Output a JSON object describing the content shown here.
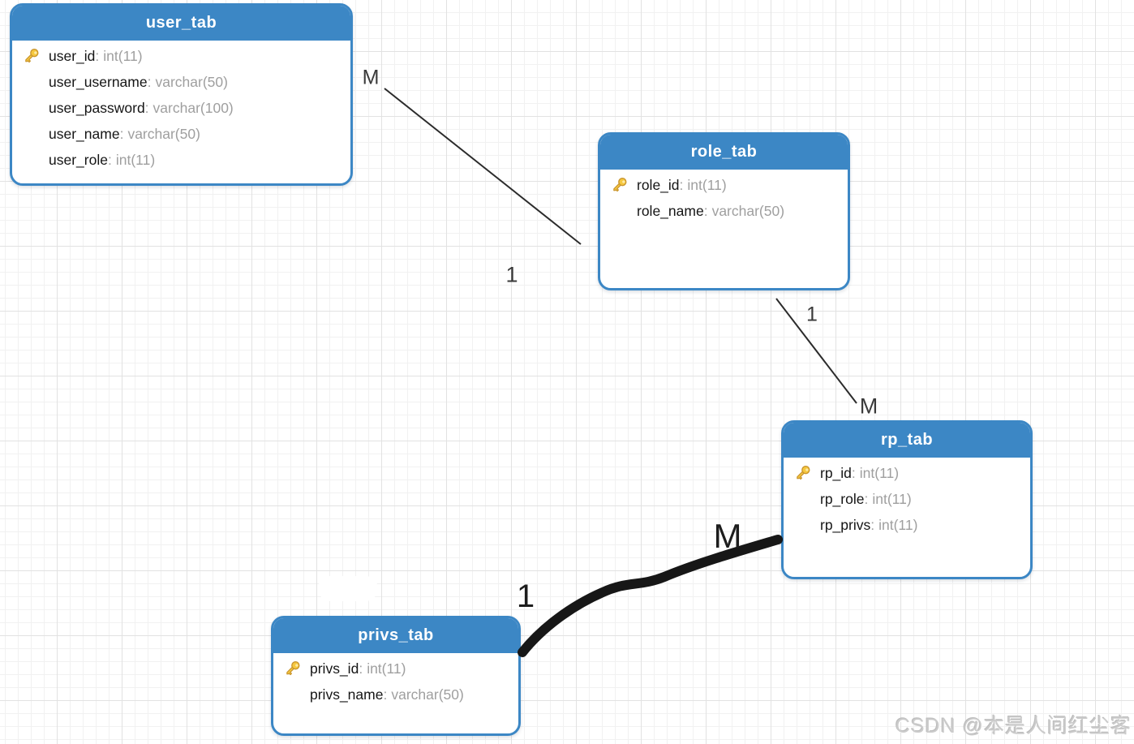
{
  "ui": {
    "separator": ":"
  },
  "watermark": "CSDN @本是人间红尘客",
  "colors": {
    "table_header": "#3c87c5",
    "table_border": "#3c87c5",
    "field_name": "#151515",
    "field_type": "#9f9f9f",
    "relation_line": "#2b2b2b",
    "key_icon_gold": "#f6c83f"
  },
  "tables": [
    {
      "title": "user_tab",
      "fields": [
        {
          "name": "user_id",
          "type": "int(11)",
          "pk": true
        },
        {
          "name": "user_username",
          "type": "varchar(50)",
          "pk": false
        },
        {
          "name": "user_password",
          "type": "varchar(100)",
          "pk": false
        },
        {
          "name": "user_name",
          "type": "varchar(50)",
          "pk": false
        },
        {
          "name": "user_role",
          "type": "int(11)",
          "pk": false
        }
      ]
    },
    {
      "title": "role_tab",
      "fields": [
        {
          "name": "role_id",
          "type": "int(11)",
          "pk": true
        },
        {
          "name": "role_name",
          "type": "varchar(50)",
          "pk": false
        }
      ]
    },
    {
      "title": "rp_tab",
      "fields": [
        {
          "name": "rp_id",
          "type": "int(11)",
          "pk": true
        },
        {
          "name": "rp_role",
          "type": "int(11)",
          "pk": false
        },
        {
          "name": "rp_privs",
          "type": "int(11)",
          "pk": false
        }
      ]
    },
    {
      "title": "privs_tab",
      "fields": [
        {
          "name": "privs_id",
          "type": "int(11)",
          "pk": true
        },
        {
          "name": "privs_name",
          "type": "varchar(50)",
          "pk": false
        }
      ]
    }
  ],
  "relations": [
    {
      "from": "user_tab",
      "to": "role_tab",
      "from_label": "M",
      "to_label": "1",
      "style": "thin"
    },
    {
      "from": "role_tab",
      "to": "rp_tab",
      "from_label": "1",
      "to_label": "M",
      "style": "thin"
    },
    {
      "from": "privs_tab",
      "to": "rp_tab",
      "from_label": "1",
      "to_label": "M",
      "style": "thick-hand-drawn"
    }
  ]
}
